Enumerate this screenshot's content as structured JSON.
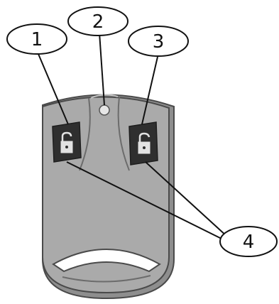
{
  "callouts": {
    "c1": "1",
    "c2": "2",
    "c3": "3",
    "c4": "4"
  },
  "colors": {
    "body": "#aaaaaa",
    "body_dark": "#8e8e8e",
    "outline": "#4a4a4a",
    "button_pad": "#2f2f2f",
    "lock_icon": "#e2e2e2",
    "slot": "#ffffff"
  },
  "icons": {
    "left_button": "lock-open-icon",
    "right_button": "lock-open-icon",
    "led": "led-indicator"
  }
}
